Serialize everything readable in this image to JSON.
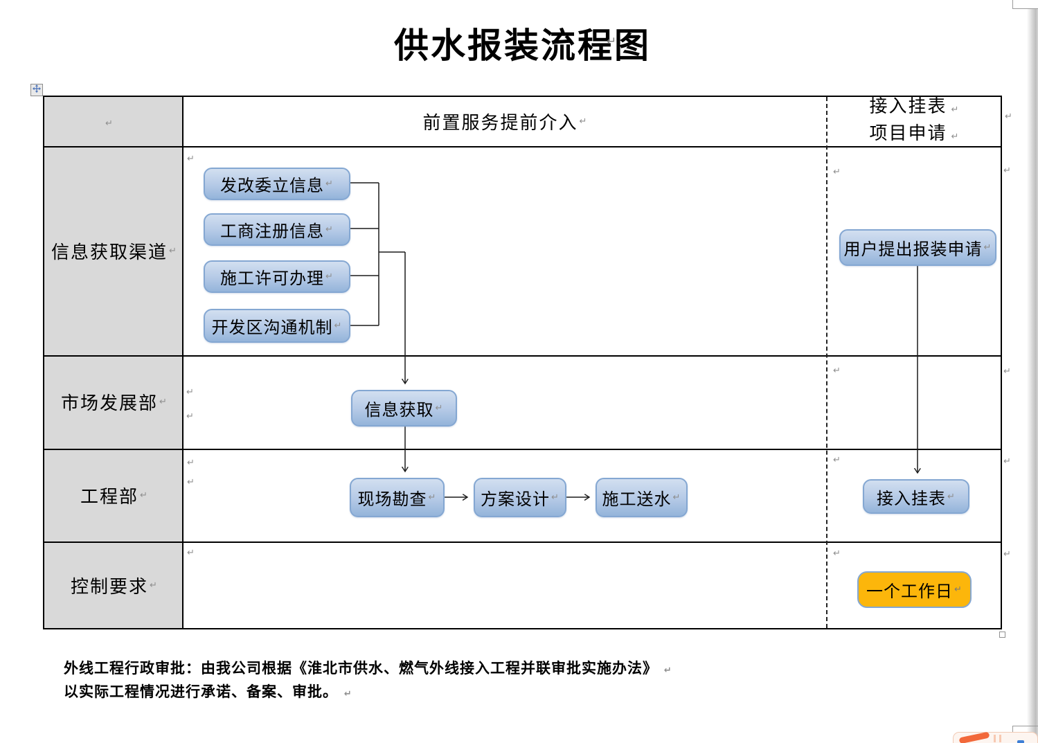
{
  "page": {
    "title": "供水报装流程图"
  },
  "marks": {
    "pilcrow": "↵"
  },
  "table": {
    "header": {
      "middle": "前置服务提前介入",
      "right_line1": "接入挂表",
      "right_line2": "项目申请"
    },
    "row_labels": [
      "信息获取渠道",
      "市场发展部",
      "工程部",
      "控制要求"
    ]
  },
  "flow": {
    "info_sources": [
      "发改委立信息",
      "工商注册信息",
      "施工许可办理",
      "开发区沟通机制"
    ],
    "market_step": "信息获取",
    "engineering_steps": [
      "现场勘查",
      "方案设计",
      "施工送水"
    ],
    "apply_step": "用户提出报装申请",
    "meter_step": "接入挂表",
    "control_step": "一个工作日"
  },
  "footnote": {
    "line1": "外线工程行政审批：由我公司根据《淮北市供水、燃气外线接入工程并联审批实施办法》",
    "line2": "以实际工程情况进行承诺、备案、审批。"
  },
  "colors": {
    "box_blue_top": "#d2dff0",
    "box_blue_mid": "#b4c9e6",
    "box_blue_bottom": "#94b4da",
    "box_border": "#84a7d2",
    "orange": "#fcb60b",
    "label_gray": "#d9d9d9",
    "line": "#1a1a1a"
  }
}
